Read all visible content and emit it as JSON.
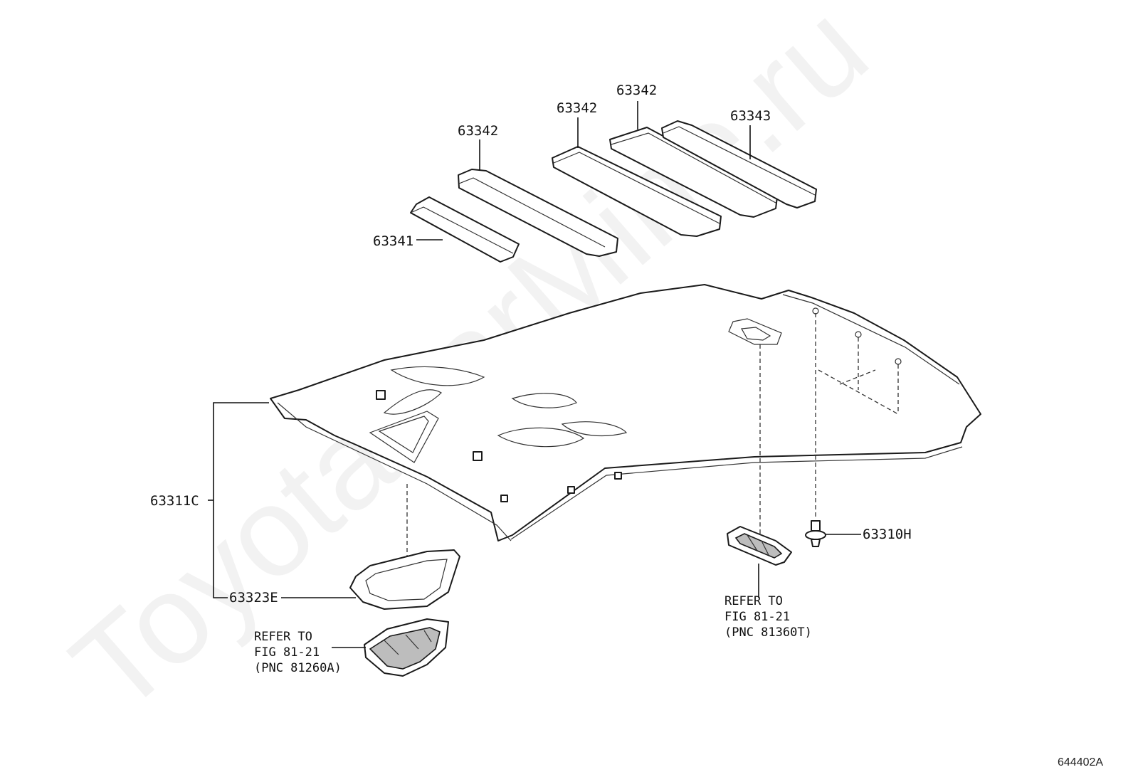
{
  "watermark": "ToyotaCarMine.ru",
  "figure_code": "644402A",
  "parts": {
    "pad_front": "63341",
    "pad_2": "63342",
    "pad_3": "63342",
    "pad_4": "63342",
    "pad_rear": "63343",
    "headlining": "63311C",
    "bezel": "63323E",
    "clip": "63310H"
  },
  "refs": {
    "front_lamp": {
      "line1": "REFER TO",
      "line2": "FIG 81-21",
      "line3": "(PNC 81260A)"
    },
    "room_lamp": {
      "line1": "REFER TO",
      "line2": "FIG 81-21",
      "line3": "(PNC 81360T)"
    }
  }
}
